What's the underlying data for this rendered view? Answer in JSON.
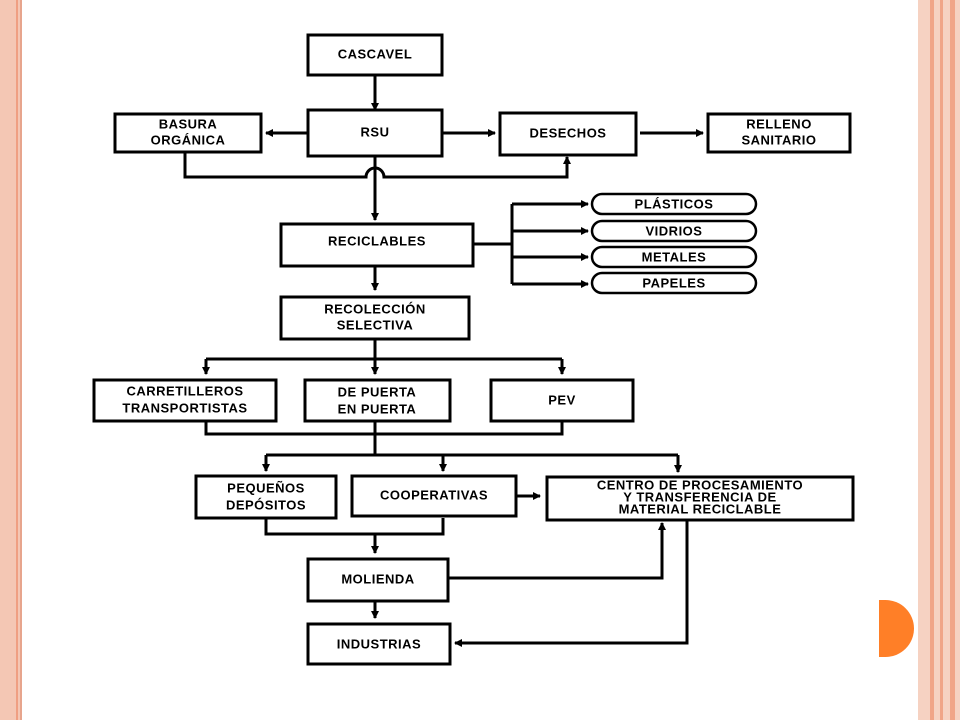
{
  "colors": {
    "frame": "#f4c7b4",
    "frame_stripe": "#f0a588",
    "accent": "#ff7f27",
    "box_border": "#000000",
    "background": "#ffffff"
  },
  "nodes": {
    "cascavel": [
      "CASCAVEL"
    ],
    "rsu": [
      "RSU"
    ],
    "basura_organica": [
      "BASURA",
      "ORGÁNICA"
    ],
    "desechos": [
      "DESECHOS"
    ],
    "relleno_sanitario": [
      "RELLENO",
      "SANITARIO"
    ],
    "reciclables": [
      "RECICLABLES"
    ],
    "plasticos": [
      "PLÁSTICOS"
    ],
    "vidrios": [
      "VIDRIOS"
    ],
    "metales": [
      "METALES"
    ],
    "papeles": [
      "PAPELES"
    ],
    "recoleccion_selectiva": [
      "RECOLECCIÓN",
      "SELECTIVA"
    ],
    "carretilleros": [
      "CARRETILLEROS",
      "TRANSPORTISTAS"
    ],
    "de_puerta": [
      "DE PUERTA",
      "EN PUERTA"
    ],
    "pev": [
      "PEV"
    ],
    "pequenos_depositos": [
      "PEQUEÑOS",
      "DEPÓSITOS"
    ],
    "cooperativas": [
      "COOPERATIVAS"
    ],
    "centro_procesamiento": [
      "CENTRO DE PROCESAMIENTO",
      "Y TRANSFERENCIA DE",
      "MATERIAL RECICLABLE"
    ],
    "molienda": [
      "MOLIENDA"
    ],
    "industrias": [
      "INDUSTRIAS"
    ]
  },
  "edges": [
    {
      "from": "cascavel",
      "to": "rsu"
    },
    {
      "from": "rsu",
      "to": "basura_organica"
    },
    {
      "from": "rsu",
      "to": "desechos"
    },
    {
      "from": "desechos",
      "to": "relleno_sanitario"
    },
    {
      "from": "basura_organica",
      "to": "desechos"
    },
    {
      "from": "rsu",
      "to": "reciclables"
    },
    {
      "from": "reciclables",
      "to": "plasticos"
    },
    {
      "from": "reciclables",
      "to": "vidrios"
    },
    {
      "from": "reciclables",
      "to": "metales"
    },
    {
      "from": "reciclables",
      "to": "papeles"
    },
    {
      "from": "reciclables",
      "to": "recoleccion_selectiva"
    },
    {
      "from": "recoleccion_selectiva",
      "to": "carretilleros"
    },
    {
      "from": "recoleccion_selectiva",
      "to": "de_puerta"
    },
    {
      "from": "recoleccion_selectiva",
      "to": "pev"
    },
    {
      "from": "carretilleros",
      "to": "pequenos_depositos"
    },
    {
      "from": "de_puerta",
      "to": "cooperativas"
    },
    {
      "from": "pev",
      "to": "centro_procesamiento"
    },
    {
      "from": "cooperativas",
      "to": "centro_procesamiento"
    },
    {
      "from": "pequenos_depositos",
      "to": "molienda"
    },
    {
      "from": "cooperativas",
      "to": "molienda"
    },
    {
      "from": "molienda",
      "to": "centro_procesamiento"
    },
    {
      "from": "molienda",
      "to": "industrias"
    },
    {
      "from": "centro_procesamiento",
      "to": "industrias"
    }
  ]
}
